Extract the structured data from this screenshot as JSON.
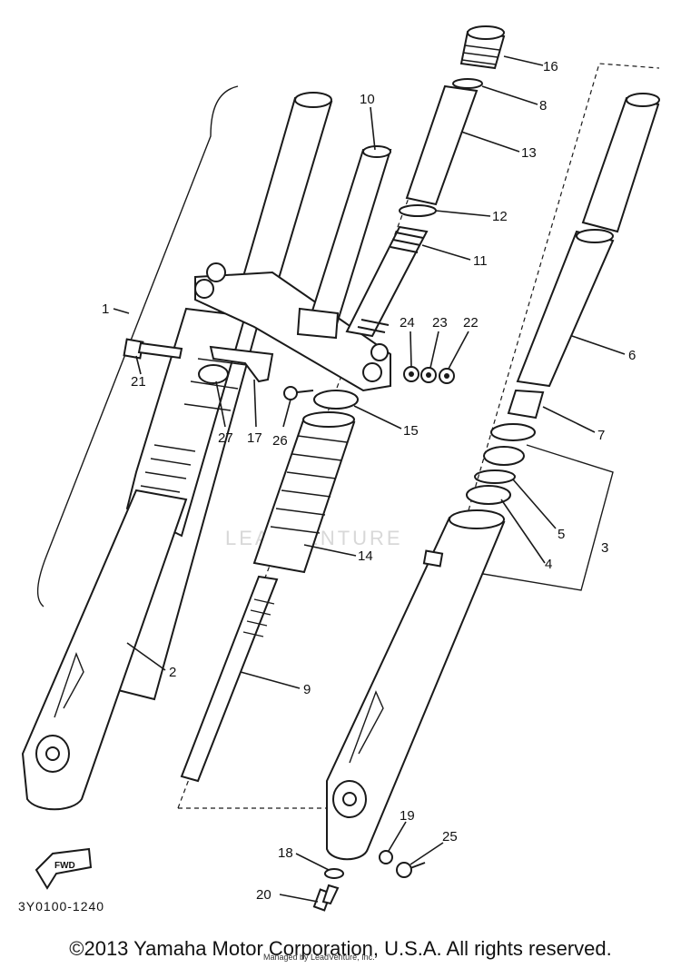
{
  "diagram_code": "3Y0100-1240",
  "fwd_label": "FWD",
  "watermark": "LEADVENTURE",
  "copyright": "©2013 Yamaha Motor Corporation, U.S.A. All rights reserved.",
  "credit": "Managed by LeadVenture, Inc.",
  "callouts": {
    "c1": "1",
    "c2": "2",
    "c3": "3",
    "c4": "4",
    "c5": "5",
    "c6": "6",
    "c7": "7",
    "c8": "8",
    "c9": "9",
    "c10": "10",
    "c11": "11",
    "c12": "12",
    "c13": "13",
    "c14": "14",
    "c15": "15",
    "c16": "16",
    "c17": "17",
    "c18": "18",
    "c19": "19",
    "c20": "20",
    "c21": "21",
    "c22": "22",
    "c23": "23",
    "c24": "24",
    "c25": "25",
    "c26": "26",
    "c27": "27"
  }
}
